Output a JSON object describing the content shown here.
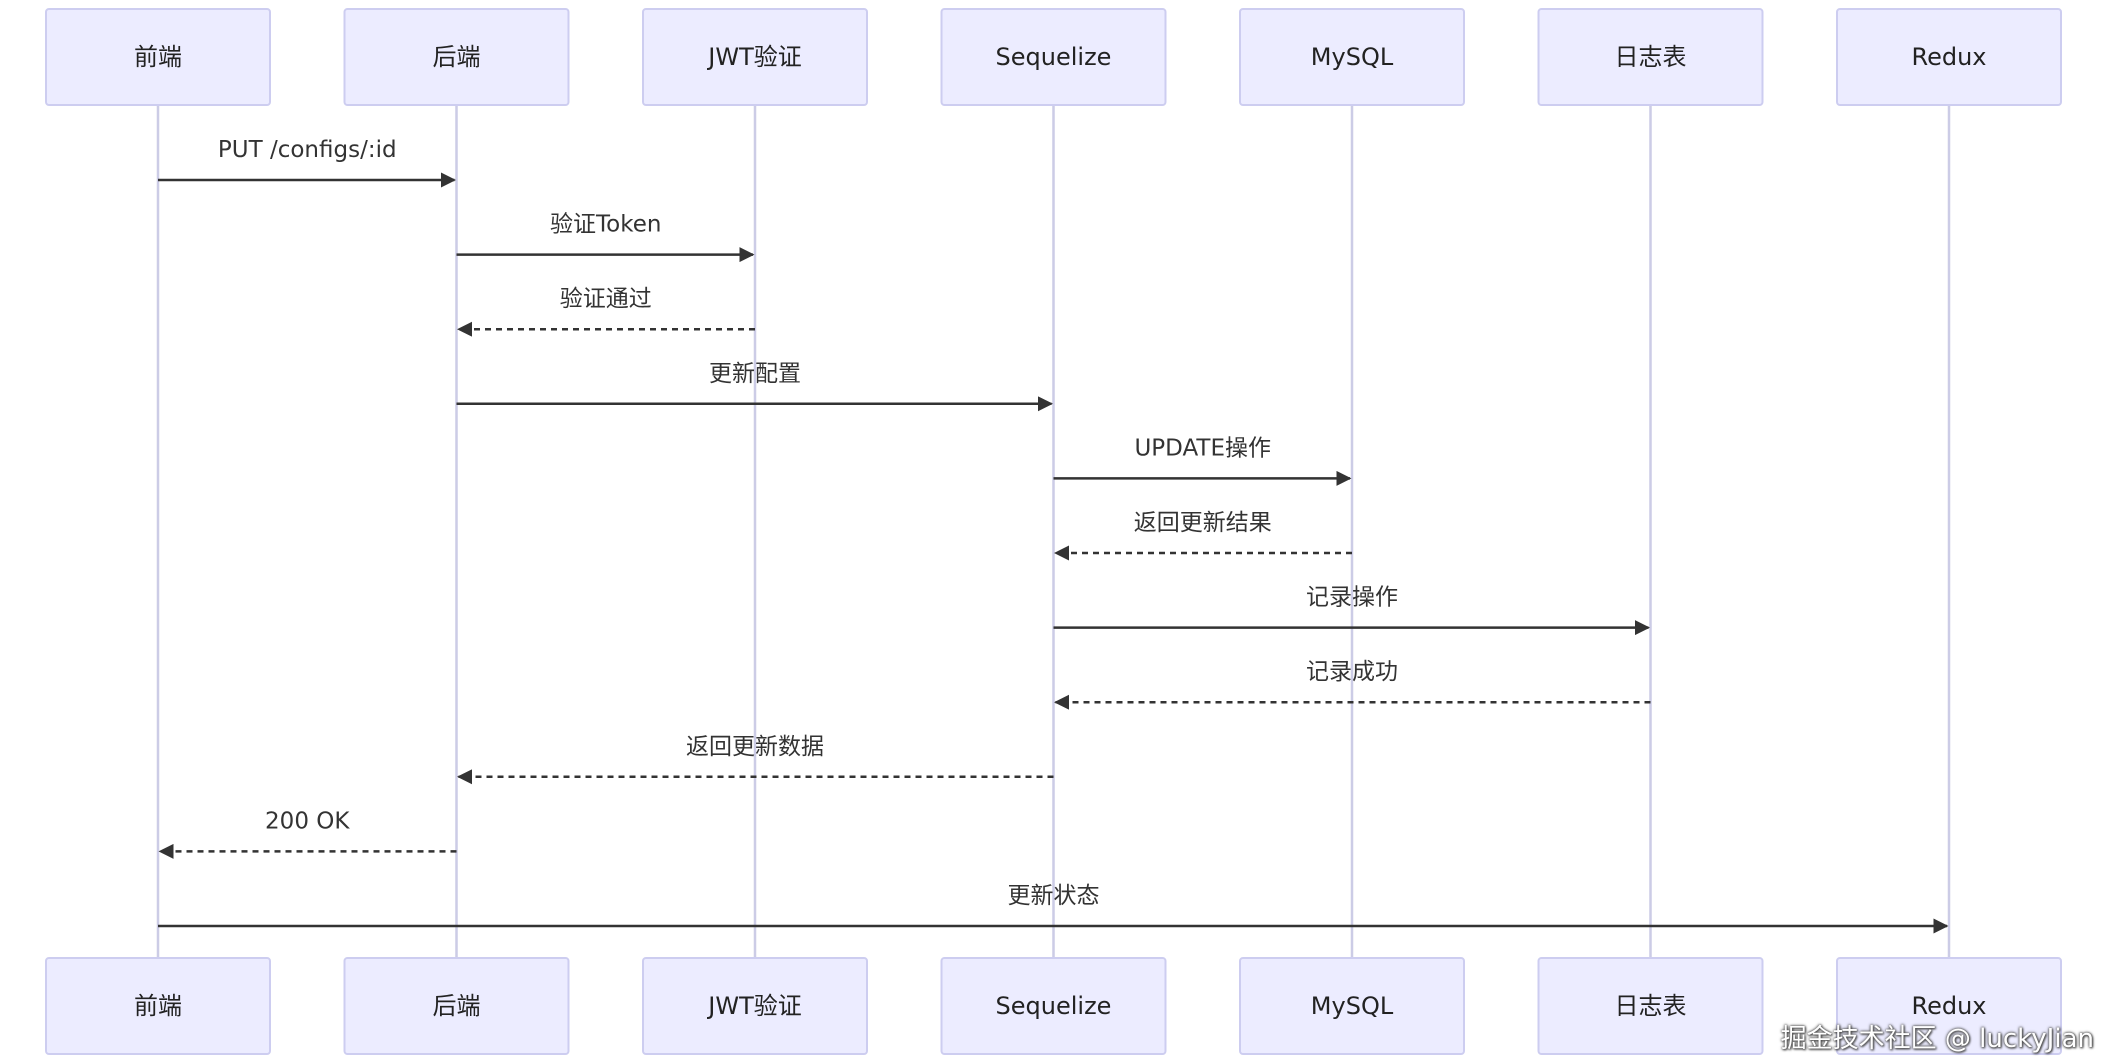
{
  "participants": [
    {
      "id": "frontend",
      "label": "前端"
    },
    {
      "id": "backend",
      "label": "后端"
    },
    {
      "id": "jwt",
      "label": "JWT验证"
    },
    {
      "id": "sequelize",
      "label": "Sequelize"
    },
    {
      "id": "mysql",
      "label": "MySQL"
    },
    {
      "id": "log",
      "label": "日志表"
    },
    {
      "id": "redux",
      "label": "Redux"
    }
  ],
  "messages": [
    {
      "from": "frontend",
      "to": "backend",
      "label": "PUT /configs/:id",
      "style": "solid"
    },
    {
      "from": "backend",
      "to": "jwt",
      "label": "验证Token",
      "style": "solid"
    },
    {
      "from": "jwt",
      "to": "backend",
      "label": "验证通过",
      "style": "dashed"
    },
    {
      "from": "backend",
      "to": "sequelize",
      "label": "更新配置",
      "style": "solid"
    },
    {
      "from": "sequelize",
      "to": "mysql",
      "label": "UPDATE操作",
      "style": "solid"
    },
    {
      "from": "mysql",
      "to": "sequelize",
      "label": "返回更新结果",
      "style": "dashed"
    },
    {
      "from": "sequelize",
      "to": "log",
      "label": "记录操作",
      "style": "solid"
    },
    {
      "from": "log",
      "to": "sequelize",
      "label": "记录成功",
      "style": "dashed"
    },
    {
      "from": "sequelize",
      "to": "backend",
      "label": "返回更新数据",
      "style": "dashed"
    },
    {
      "from": "backend",
      "to": "frontend",
      "label": "200 OK",
      "style": "dashed"
    },
    {
      "from": "frontend",
      "to": "redux",
      "label": "更新状态",
      "style": "solid"
    }
  ],
  "colors": {
    "actor_fill": "#ececff",
    "actor_border": "#cdcdf0",
    "lifeline": "#cccce6",
    "message": "#333333"
  },
  "watermark": "掘金技术社区 @ luckyJian"
}
